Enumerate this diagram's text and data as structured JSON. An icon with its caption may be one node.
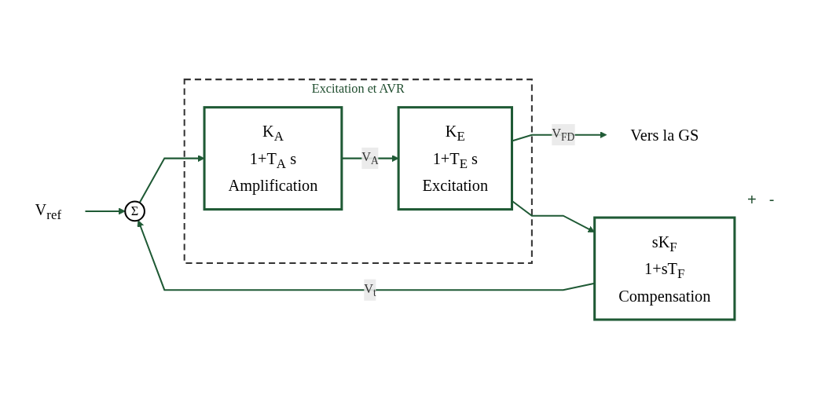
{
  "diagram": {
    "nodes": [
      {
        "text": [
          "V$_{ref}$"
        ]
      },
      {
        "text": [
          "Σ"
        ]
      },
      {
        "text": [
          "Excitation et AVR"
        ]
      },
      {
        "text": [
          "K$_{A}$",
          "1+T$_{A}$ s",
          "Amplification"
        ],
        "in": 2
      },
      {
        "text": [
          "K$_{E}$",
          "1+T$_{E}$ s",
          "Excitation"
        ],
        "in": 2
      },
      {
        "text": [
          "Vers la GS"
        ]
      },
      {
        "text": [
          "sK$_{F}$",
          "1+sT$_{F}$",
          "Compensation"
        ]
      }
    ],
    "edges": [
      {
        "from": 0,
        "to": 1,
        "arrow": "to"
      },
      {
        "from": 1,
        "to": 3,
        "arrow": "to"
      },
      {
        "from": 3,
        "to": 4,
        "arrow": "to",
        "label": "V$_{A}$"
      },
      {
        "from": 4,
        "to": 5,
        "arrow": "to",
        "label": "V$_{FD}$"
      },
      {
        "from": 4,
        "to": 6,
        "arrow": "to"
      },
      {
        "from": 6,
        "to": 1,
        "arrow": "to",
        "label": "V$_{t}$"
      }
    ],
    "labels": [
      "+",
      "-"
    ]
  }
}
